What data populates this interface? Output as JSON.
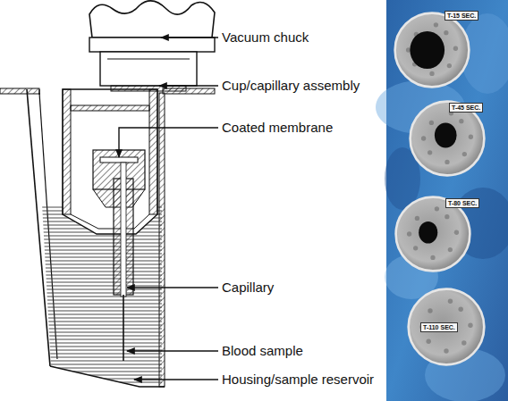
{
  "diagram": {
    "nodes": [
      {
        "text": [
          "T-15 SEC."
        ]
      },
      {
        "text": [
          "T-45 SEC."
        ]
      },
      {
        "text": [
          "T-80 SEC."
        ]
      },
      {
        "text": [
          "T-110 SEC."
        ]
      }
    ],
    "labels": [
      "Vacuum chuck",
      "Cup/capillary assembly",
      "Coated membrane",
      "Capillary",
      "Blood sample",
      "Housing/sample reservoir"
    ]
  }
}
